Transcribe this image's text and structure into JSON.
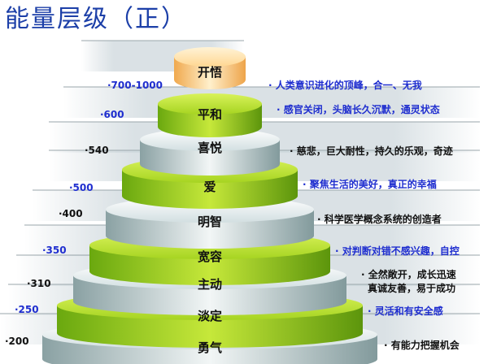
{
  "title": "能量层级（正）",
  "colors": {
    "blue_text": "#1f2ecf",
    "dark_text": "#111111",
    "green_top": "#c9ea2a",
    "green_side": "#7cbd1a",
    "gray_top": "#e9f0f1",
    "gray_side": "#9fb3b5",
    "peach_top": "#ffe0a8",
    "peach_side": "#f3b866"
  },
  "levels": [
    {
      "name": "开悟",
      "value": "·700-1000",
      "desc": [
        "· 人类意识进化的顶峰，合一、无我"
      ],
      "style": "peach",
      "accent": true
    },
    {
      "name": "平和",
      "value": "·600",
      "desc": [
        "· 感官关闭，头脑长久沉默，通灵状态"
      ],
      "style": "green",
      "accent": true
    },
    {
      "name": "喜悦",
      "value": "·540",
      "desc": [
        "· 慈悲，巨大耐性，持久的乐观，奇迹"
      ],
      "style": "gray",
      "accent": false
    },
    {
      "name": "爱",
      "value": "·500",
      "desc": [
        "· 聚焦生活的美好，真正的幸福"
      ],
      "style": "green",
      "accent": true
    },
    {
      "name": "明智",
      "value": "·400",
      "desc": [
        "· 科学医学概念系统的创造者"
      ],
      "style": "gray",
      "accent": false
    },
    {
      "name": "宽容",
      "value": "·350",
      "desc": [
        "· 对判断对错不感兴趣，自控"
      ],
      "style": "green",
      "accent": true
    },
    {
      "name": "主动",
      "value": "·310",
      "desc": [
        "· 全然敞开，成长迅速",
        "真诚友善，易于成功"
      ],
      "style": "gray",
      "accent": false
    },
    {
      "name": "淡定",
      "value": "·250",
      "desc": [
        "· 灵活和有安全感"
      ],
      "style": "green",
      "accent": true
    },
    {
      "name": "勇气",
      "value": "·200",
      "desc": [
        "· 有能力把握机会"
      ],
      "style": "gray",
      "accent": false
    }
  ]
}
